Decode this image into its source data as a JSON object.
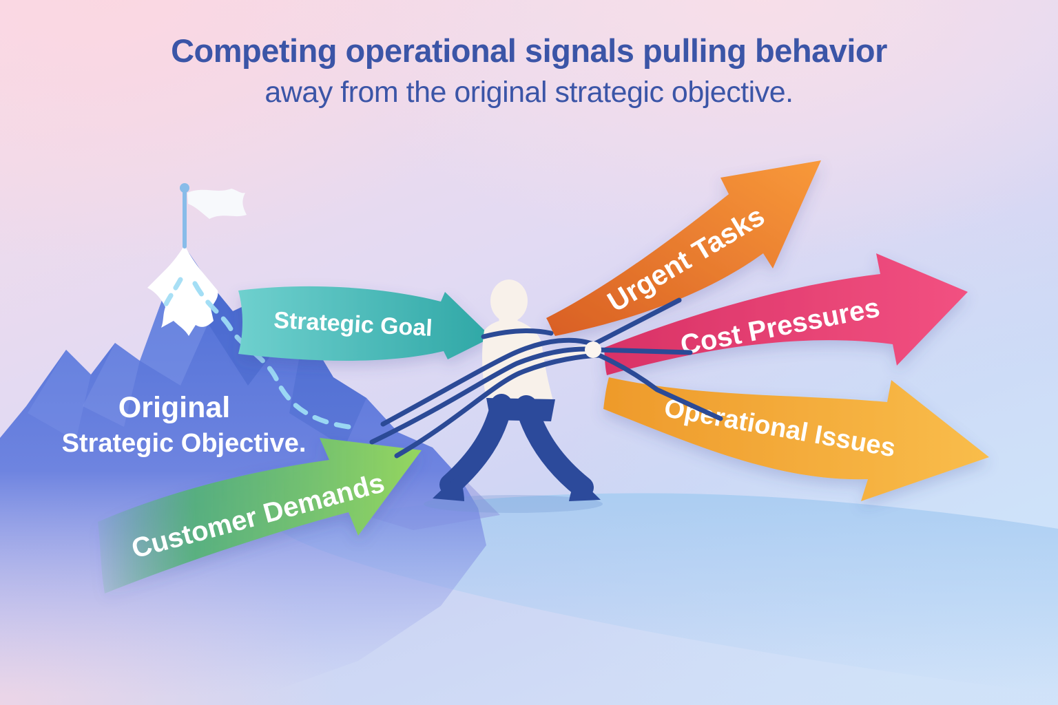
{
  "header": {
    "title_line1": "Competing operational signals pulling behavior",
    "title_line2": "away from the original strategic objective."
  },
  "mountain": {
    "label_line1": "Original",
    "label_line2": "Strategic Objective.",
    "summit_flag_icon": "⚑"
  },
  "arrows": {
    "strategic_goal": {
      "label": "Strategic Goal"
    },
    "urgent_tasks": {
      "label": "Urgent Tasks"
    },
    "cost_pressures": {
      "label": "Cost Pressures"
    },
    "operational_issues": {
      "label": "Operational Issues"
    },
    "customer_demands": {
      "label": "Customer Demands"
    }
  },
  "colors": {
    "title_text": "#3b55a7",
    "label_text": "#ffffff",
    "bg_pink": "#f8dce6",
    "bg_lavender": "#d6d8f4",
    "bg_blue": "#cfe3fa",
    "mountain_top": "#4c6ed5",
    "mountain_mid": "#6e84e0",
    "mountain_fade": "#b4b8ef",
    "snow": "#ffffff",
    "flag_pole": "#88bce9",
    "path_dash": "#9edcf4",
    "teal_light": "#6fd0ce",
    "teal_dark": "#2fa7a6",
    "orange_dark": "#d95f24",
    "orange_light": "#f8993a",
    "pink_dark": "#d93266",
    "pink_light": "#f25181",
    "amber_dark": "#ee9a2b",
    "amber_light": "#f9bd4b",
    "green_dark": "#53b276",
    "green_light": "#95d65f",
    "rope": "#2b4a96",
    "pants": "#2c4a9b",
    "shirt": "#f8f1ea",
    "ground": "#aacdf2"
  }
}
